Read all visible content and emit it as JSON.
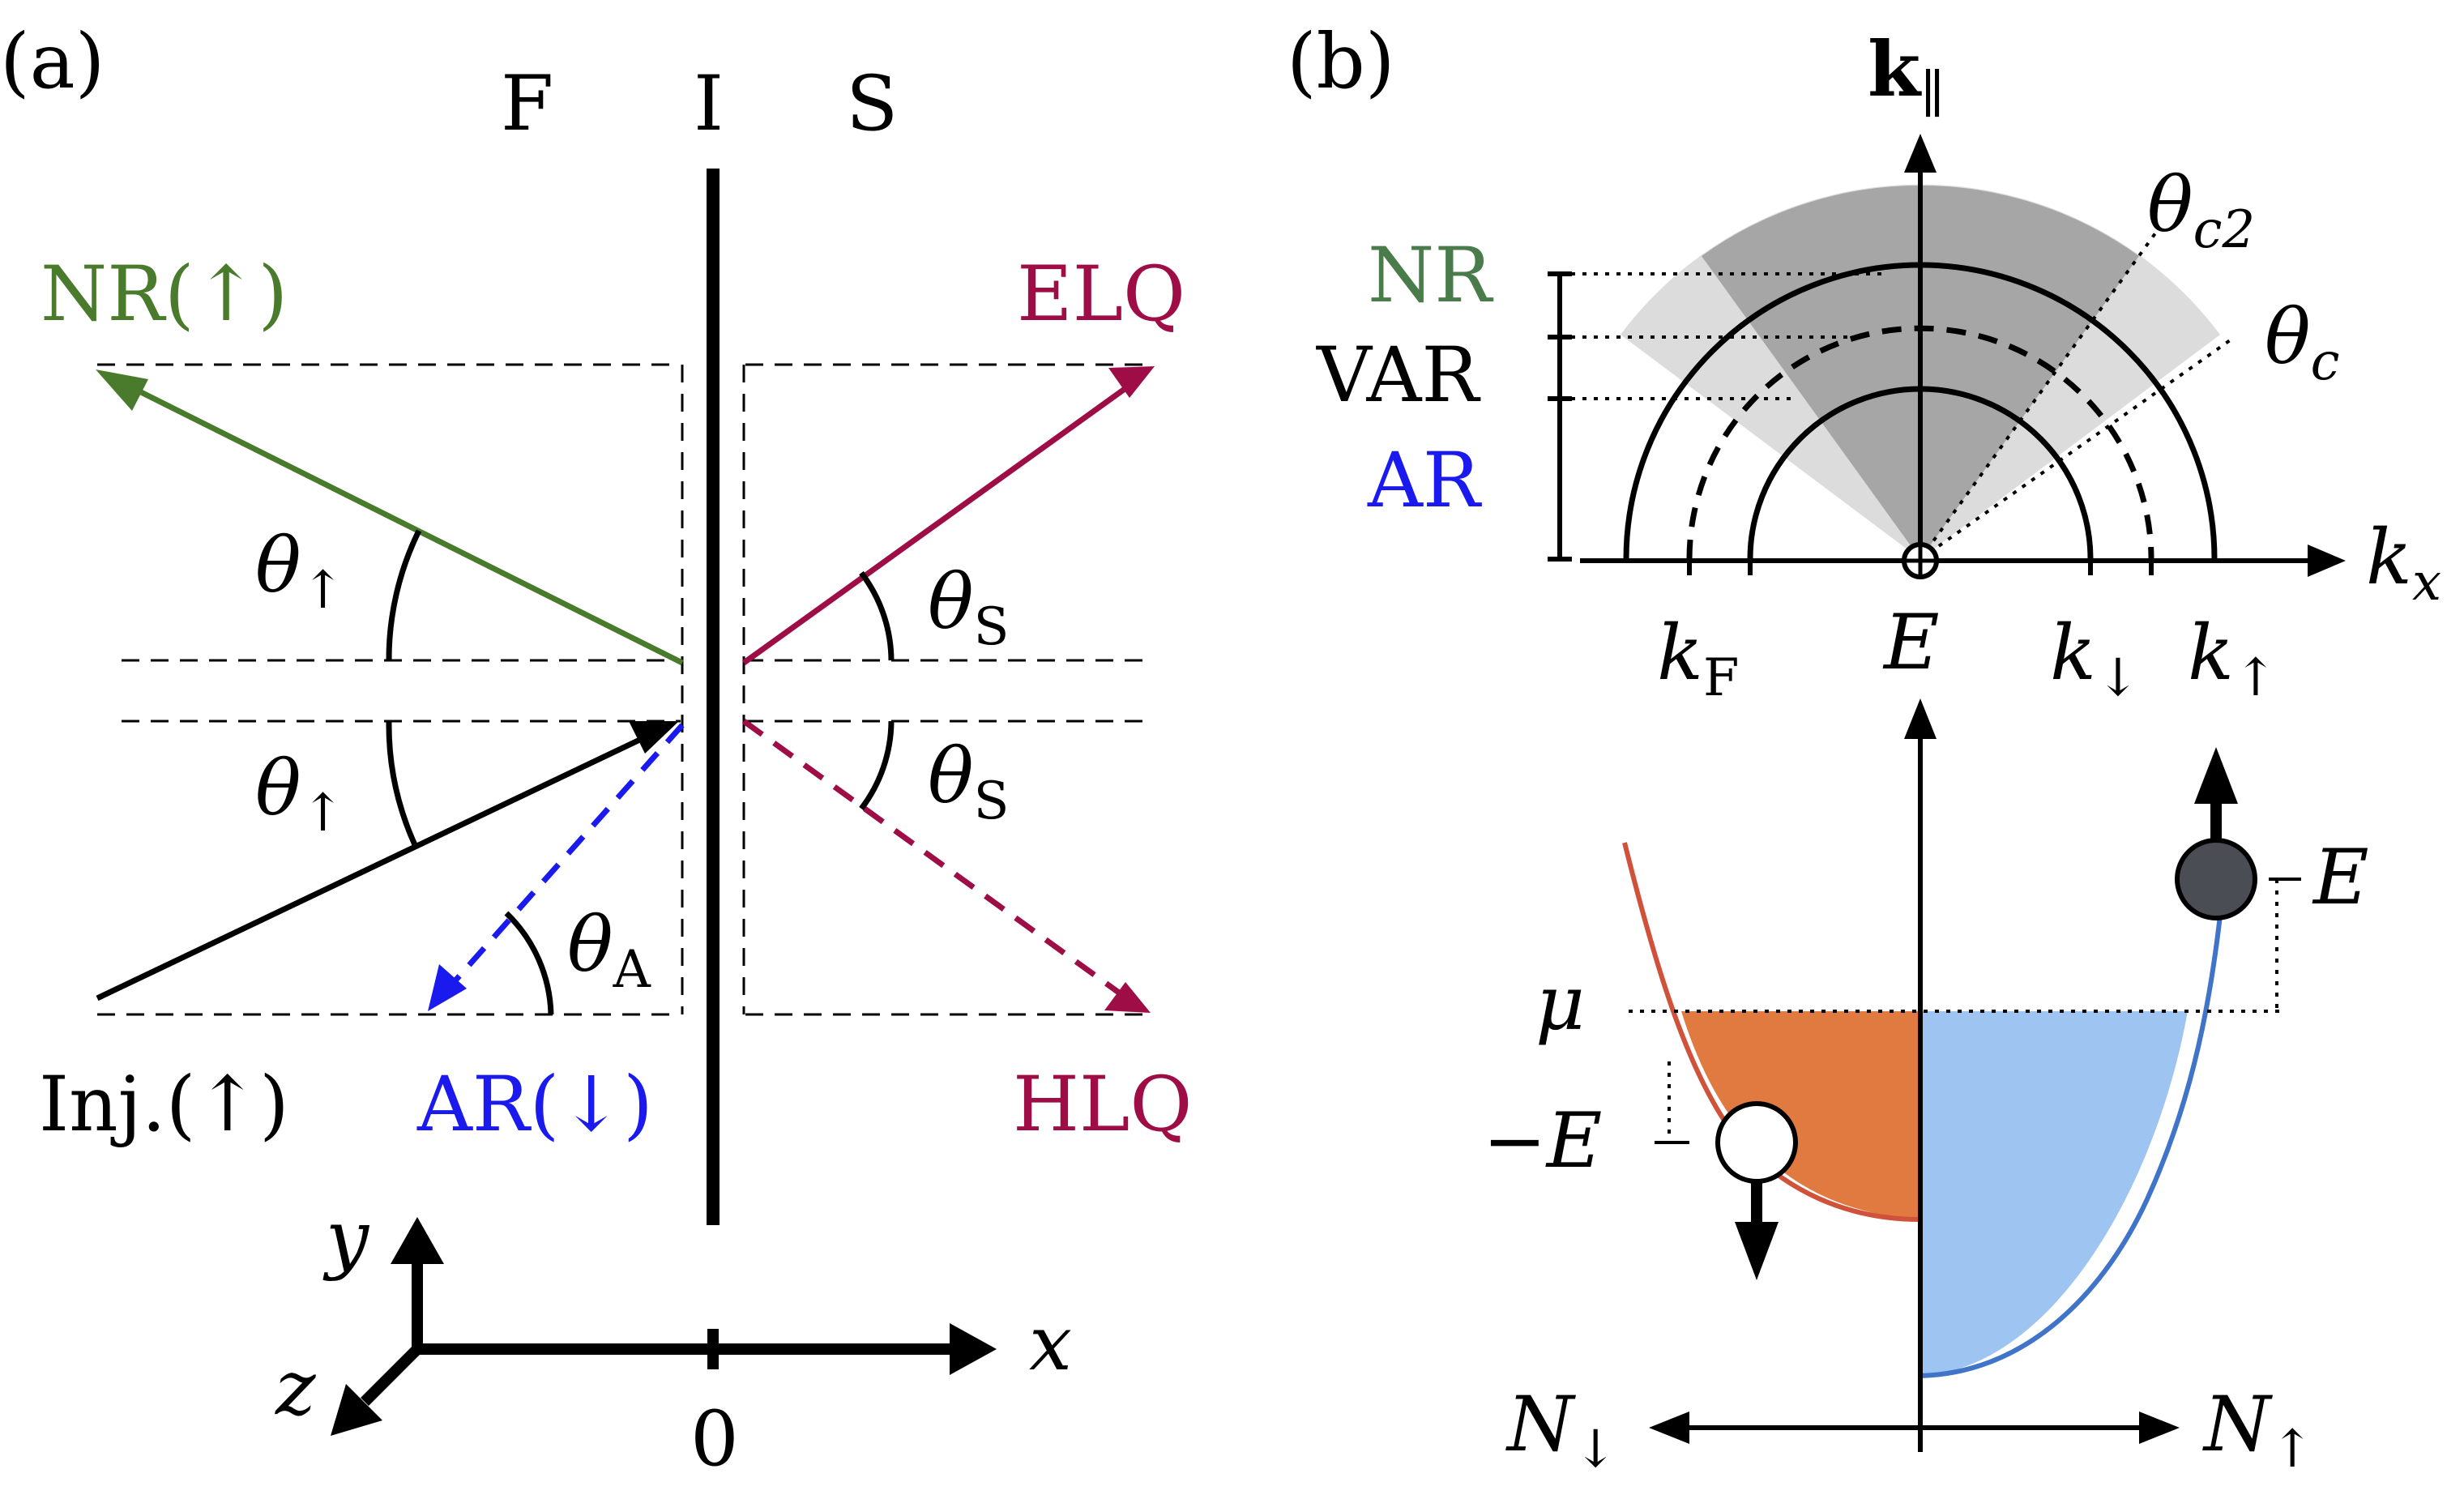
{
  "colors": {
    "green": "#4a7b2c",
    "crimson": "#9e0d45",
    "blue": "#1a1aee",
    "black": "#000000",
    "nr_green": "#4a7b4a",
    "orange_fill": "#e07a40",
    "orange_line": "#d0523a",
    "blue_fill": "#9ec4f2",
    "blue_line": "#3f74c8",
    "dark_gray": "#a6a6a6",
    "light_gray": "#dcdcdc",
    "ball_dark": "#4a4d54"
  },
  "panel_a": {
    "label": "(a)",
    "region_f": "F",
    "region_i": "I",
    "region_s": "S",
    "nr_label": "NR(↑)",
    "elq_label": "ELQ",
    "hlq_label": "HLQ",
    "ar_label": "AR(↓)",
    "inj_label": "Inj.(↑)",
    "theta": "θ",
    "sub_up": "↑",
    "sub_s": "S",
    "sub_a": "A",
    "axis_x": "x",
    "axis_y": "y",
    "axis_z": "z",
    "origin": "0"
  },
  "panel_b": {
    "label": "(b)",
    "k_par": "k",
    "k_par_sub": "∥",
    "k_x": "k",
    "k_x_sub": "x",
    "nr": "NR",
    "var": "VAR",
    "ar": "AR",
    "theta_c2": "θ",
    "theta_c2_sub": "c2",
    "theta_c": "θ",
    "theta_c_sub": "c",
    "kf": "k",
    "kf_sub": "F",
    "e_center": "E",
    "k_down": "k",
    "k_down_sub": "↓",
    "k_up": "k",
    "k_up_sub": "↑",
    "mu": "μ",
    "e_right": "E",
    "e_left": "−E",
    "n_down": "N",
    "n_down_sub": "↓",
    "n_up": "N",
    "n_up_sub": "↑"
  }
}
